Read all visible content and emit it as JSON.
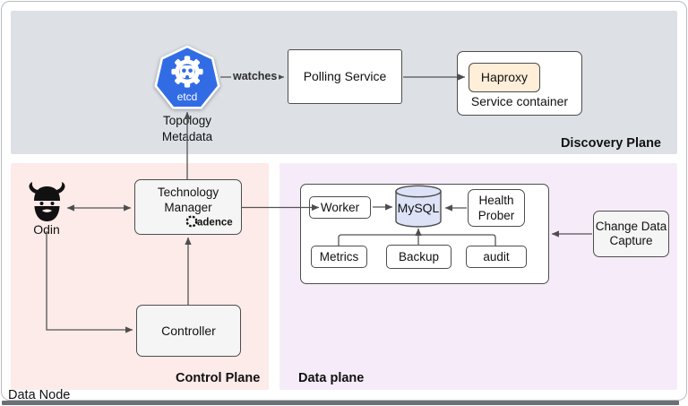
{
  "diagram": {
    "planes": {
      "discovery": {
        "label": "Discovery Plane"
      },
      "control": {
        "label": "Control Plane"
      },
      "data": {
        "label": "Data plane"
      }
    },
    "etcd": {
      "name": "etcd",
      "caption": "Topology Metadata"
    },
    "edge_labels": {
      "watches": "watches"
    },
    "polling_service": {
      "label": "Polling Service"
    },
    "service_container": {
      "label": "Service container",
      "haproxy": "Haproxy"
    },
    "odin": {
      "label": "Odin"
    },
    "technology_manager": {
      "label": "Technology Manager",
      "vendor_logo_initial": "C",
      "vendor_logo_rest": "adence"
    },
    "controller": {
      "label": "Controller"
    },
    "data_node": {
      "label": "Data Node",
      "worker": "Worker",
      "mysql": "MySQL",
      "health_prober": "Health Prober",
      "metrics": "Metrics",
      "backup": "Backup",
      "audit": "audit"
    },
    "change_data_capture": {
      "label": "Change Data Capture"
    },
    "colors": {
      "discovery_bg": "#dde1e6",
      "control_bg": "#fcebe9",
      "data_bg": "#f6ecf9",
      "haproxy_bg": "#ffeed8",
      "mysql_bg": "#dde2f7",
      "gray_node_bg": "#f5f5f5",
      "etcd_blue": "#326ce5",
      "line": "#4d4d4d"
    }
  }
}
